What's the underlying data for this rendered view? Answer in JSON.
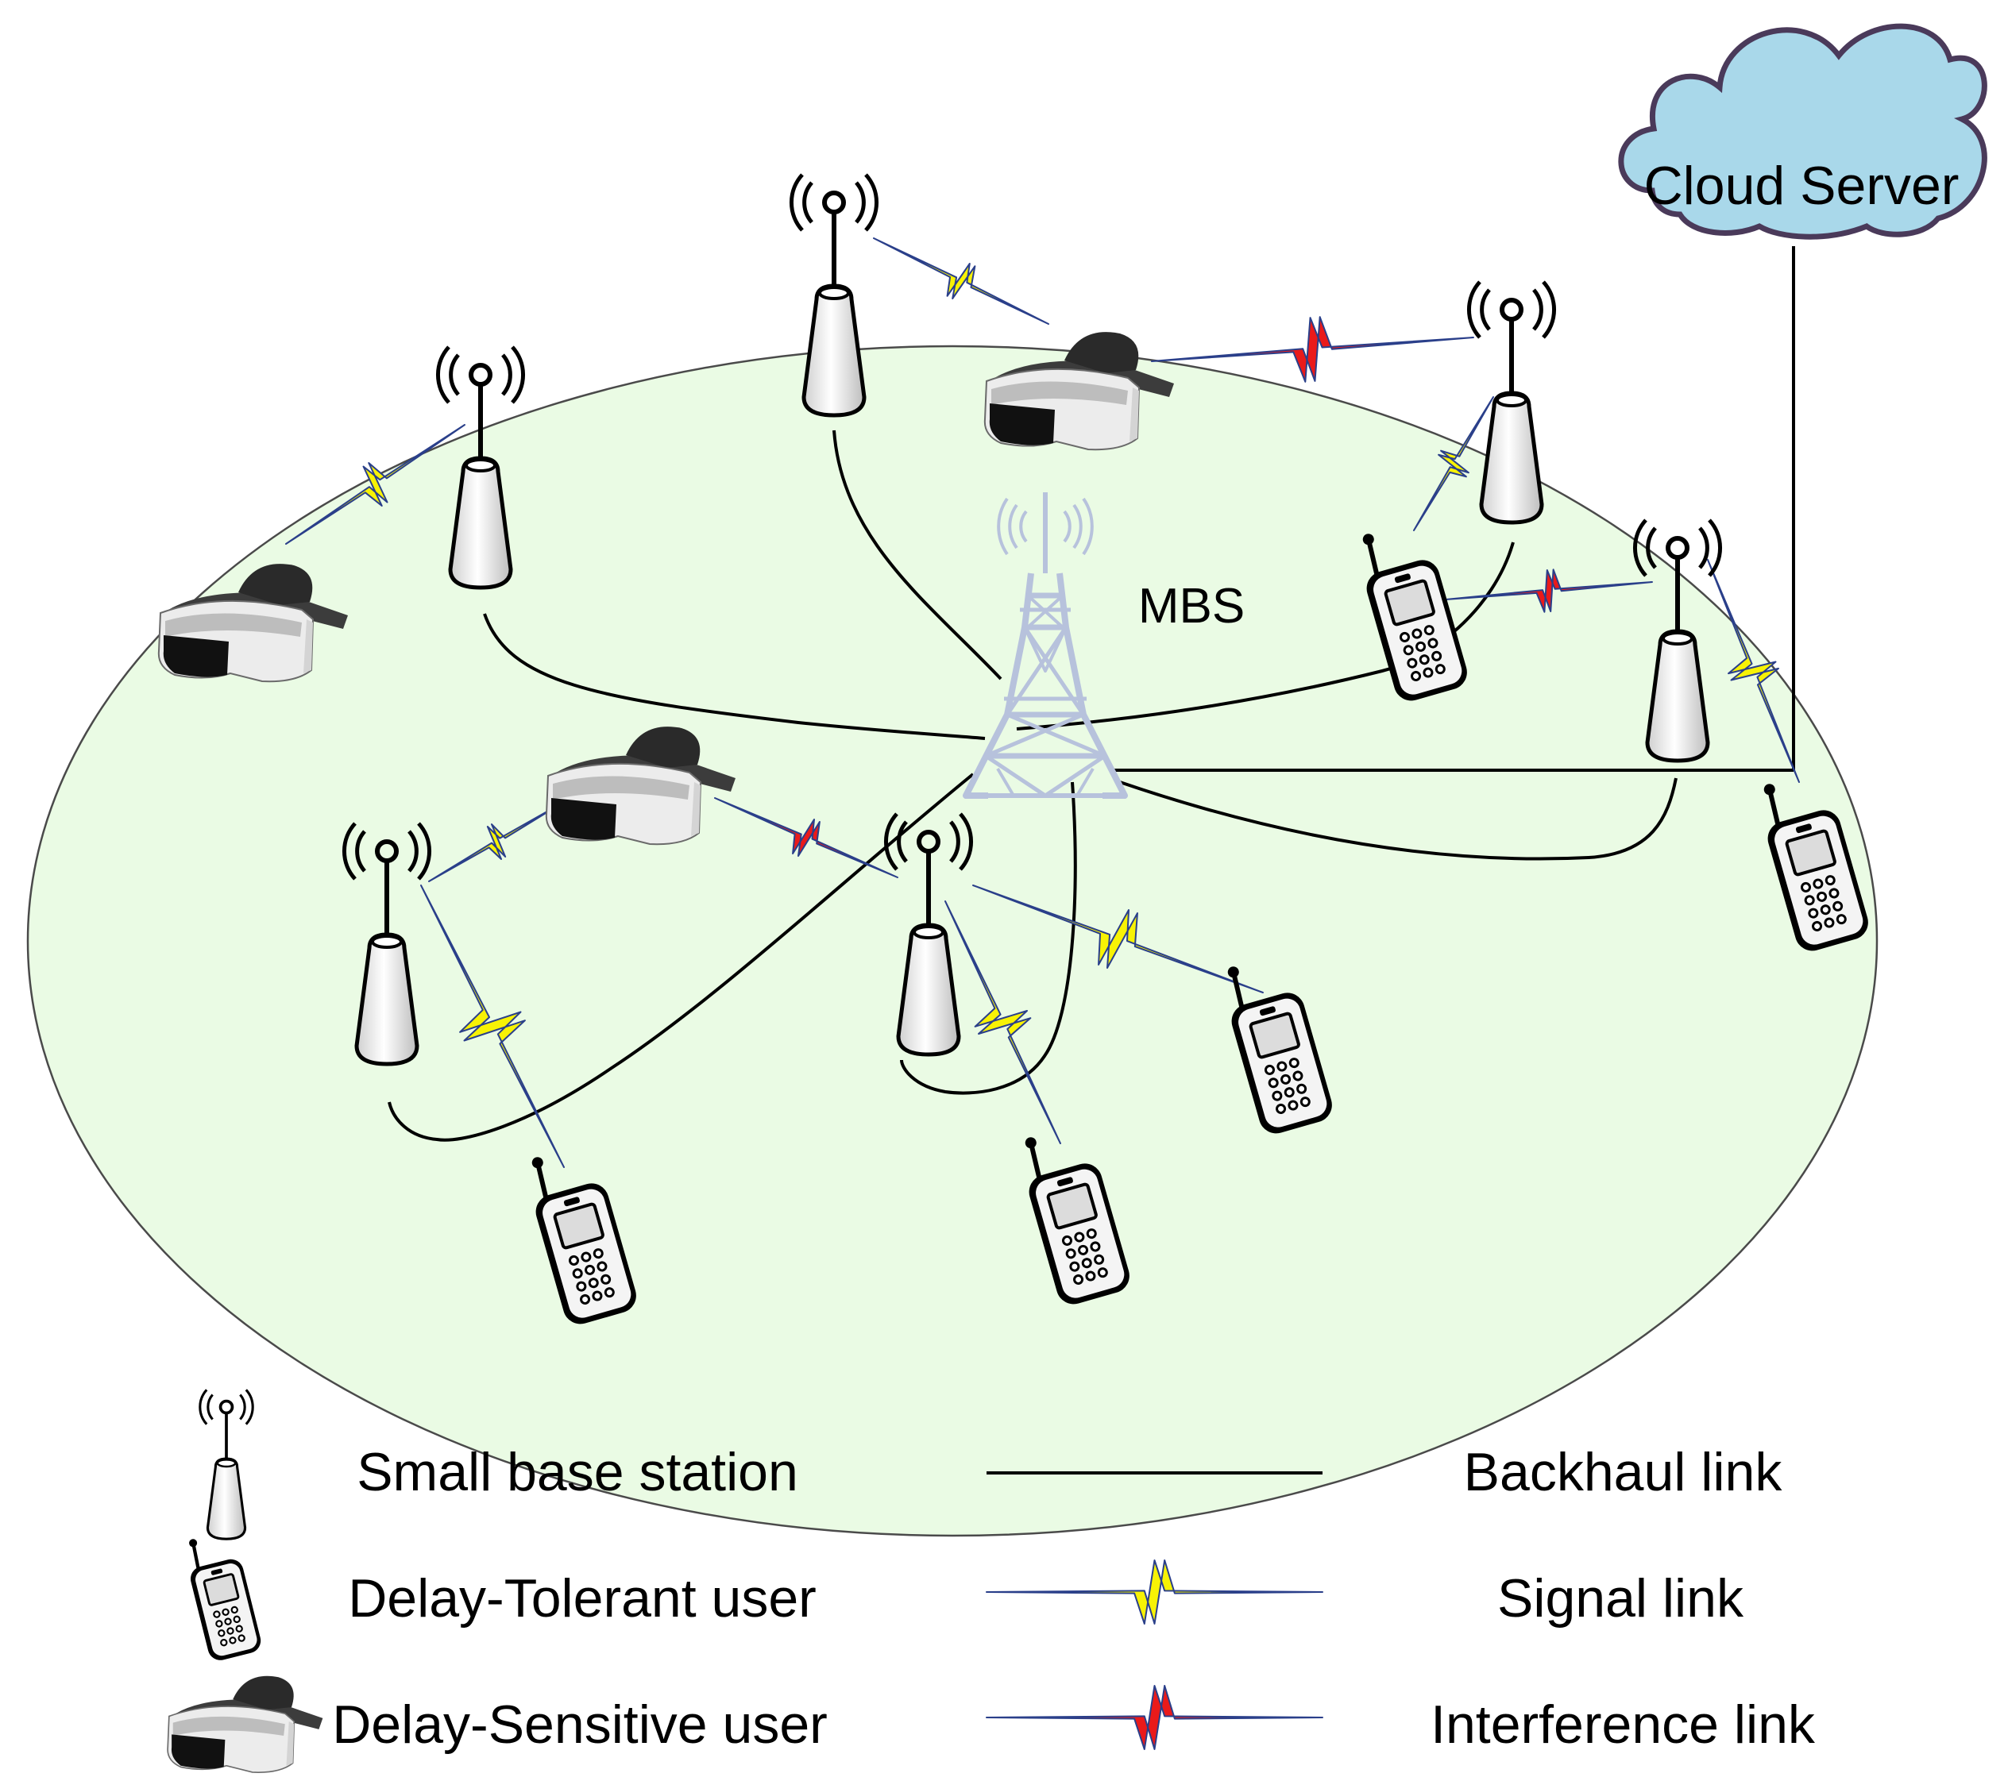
{
  "diagram": {
    "cloud_label": "Cloud Server",
    "mbs_label": "MBS",
    "colors": {
      "coverage_fill": "#eafbe4",
      "coverage_stroke": "#4a4a4a",
      "cloud_fill": "#a9d8ea",
      "cloud_stroke": "#4a3a5a",
      "tower": "#b7c2dc",
      "signal": "#f7f205",
      "interference": "#ea1a1a",
      "link_edge": "#2a3f8a",
      "backhaul": "#000000"
    },
    "icons": {
      "small_base_station": "antenna-icon",
      "delay_tolerant_user": "cellphone-icon",
      "delay_sensitive_user": "vr-headset-icon",
      "macro_base_station": "lattice-tower-icon",
      "cloud": "cloud-icon"
    }
  },
  "legend": {
    "small_base_station": "Small base station",
    "delay_tolerant_user": "Delay-Tolerant user",
    "delay_sensitive_user": "Delay-Sensitive user",
    "backhaul_link": "Backhaul link",
    "signal_link": "Signal link",
    "interference_link": "Interference link"
  }
}
